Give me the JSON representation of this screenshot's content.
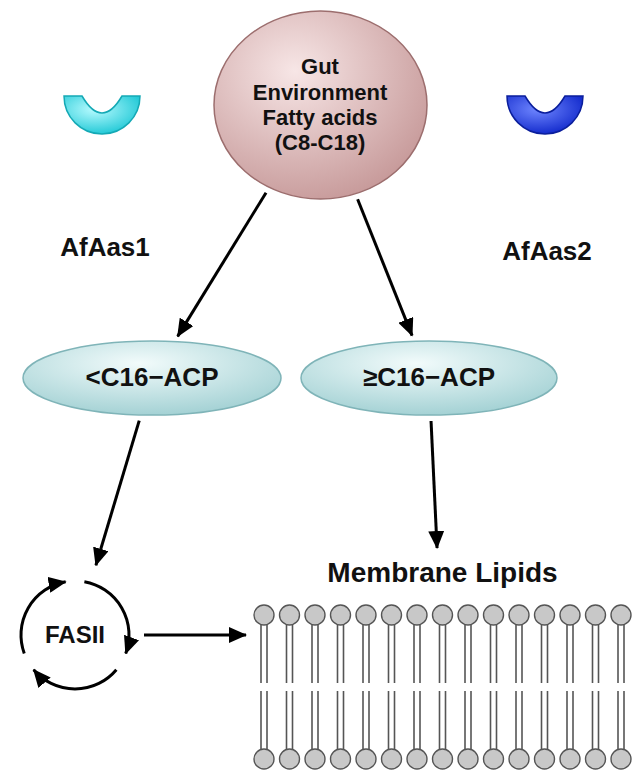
{
  "diagram": {
    "nodes": [
      {
        "text": [
          "Gut Environment Fatty acids (C8-C18)"
        ]
      },
      {
        "text": [
          "<C16−ACP"
        ]
      },
      {
        "text": [
          "≥C16−ACP"
        ]
      },
      {
        "text": [
          "FASII"
        ]
      },
      {
        "text": [
          "Membrane Lipids"
        ]
      }
    ],
    "edges": [
      {
        "from": 0,
        "to": 1,
        "arrow": "to"
      },
      {
        "from": 0,
        "to": 2,
        "arrow": "to"
      },
      {
        "from": 1,
        "to": 3,
        "arrow": "to"
      },
      {
        "from": 2,
        "to": 4,
        "arrow": "to"
      },
      {
        "from": 3,
        "to": 4,
        "arrow": "to"
      }
    ],
    "labels": [
      "AfAas1",
      "AfAas2"
    ]
  }
}
